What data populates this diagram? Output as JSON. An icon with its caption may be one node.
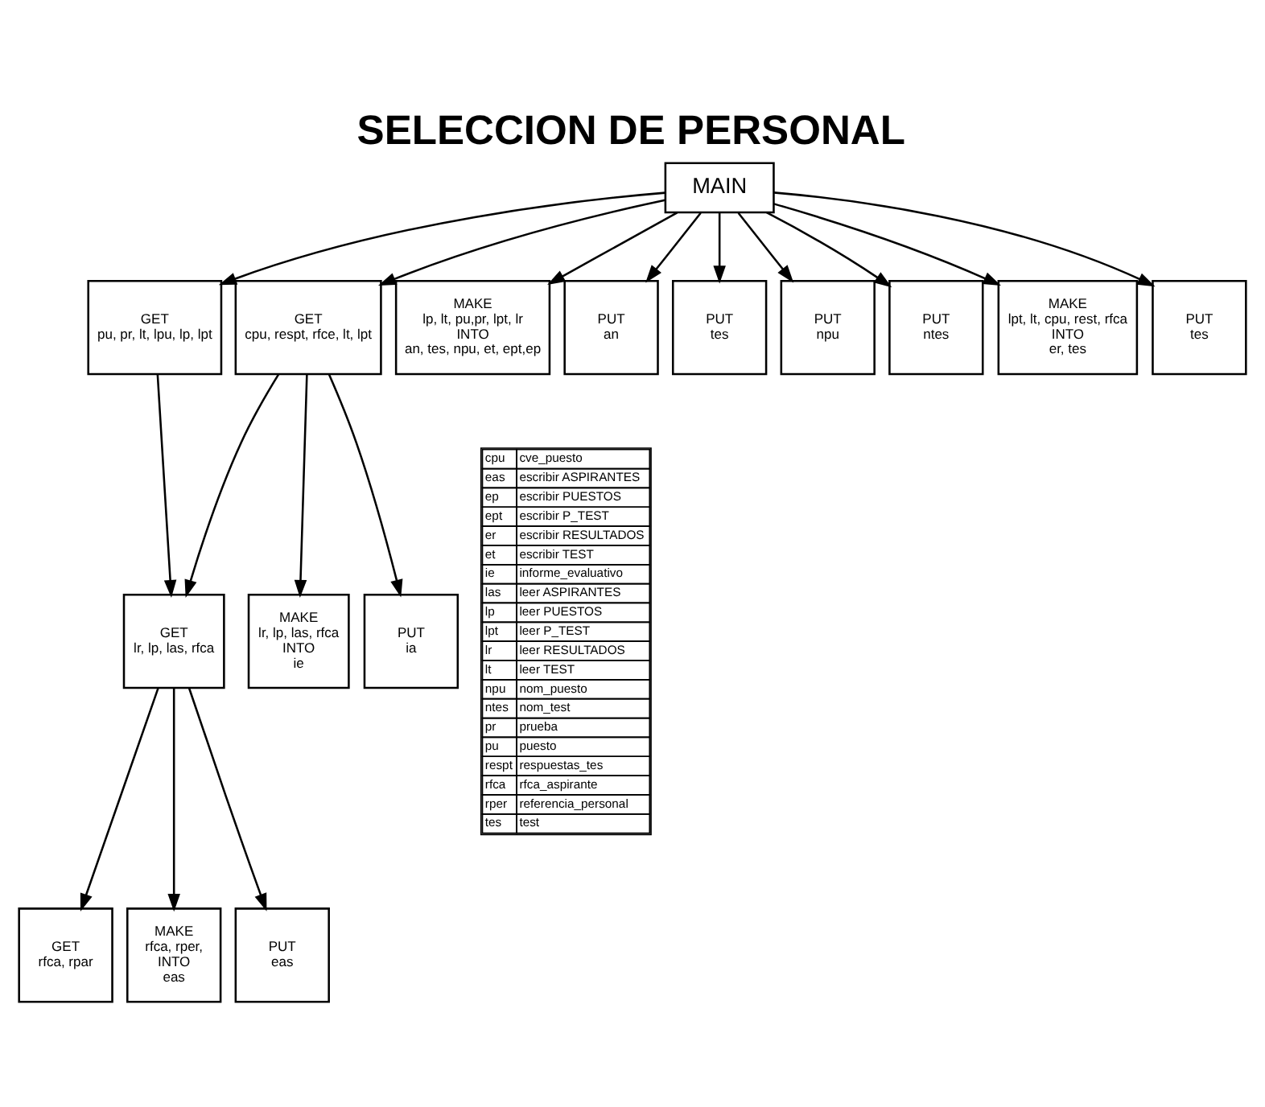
{
  "diagram": {
    "title": "SELECCION DE PERSONAL",
    "nodes": [
      {
        "text": [
          "MAIN"
        ]
      },
      {
        "text": [
          "GET",
          "pu, pr, lt, lpu, lp, lpt"
        ]
      },
      {
        "text": [
          "GET",
          "cpu, respt, rfce, lt, lpt"
        ]
      },
      {
        "text": [
          "MAKE",
          "lp, lt, pu,pr, lpt, lr",
          "INTO",
          "an, tes, npu, et, ept,ep"
        ]
      },
      {
        "text": [
          "PUT",
          "an"
        ]
      },
      {
        "text": [
          "PUT",
          "tes"
        ]
      },
      {
        "text": [
          "PUT",
          "npu"
        ]
      },
      {
        "text": [
          "PUT",
          "ntes"
        ]
      },
      {
        "text": [
          "MAKE",
          "lpt, lt, cpu, rest, rfca",
          "INTO",
          "er, tes"
        ]
      },
      {
        "text": [
          "PUT",
          "tes"
        ]
      },
      {
        "text": [
          "GET",
          "lr, lp, las, rfca"
        ]
      },
      {
        "text": [
          "MAKE",
          "lr, lp, las, rfca",
          "INTO",
          "ie"
        ]
      },
      {
        "text": [
          "PUT",
          "ia"
        ]
      },
      {
        "text": [
          "GET",
          "rfca, rpar"
        ]
      },
      {
        "text": [
          "MAKE",
          "rfca, rper,",
          "INTO",
          "eas"
        ]
      },
      {
        "text": [
          "PUT",
          "eas"
        ]
      }
    ],
    "edges": [
      {
        "from": 0,
        "to": 1,
        "arrow": "to"
      },
      {
        "from": 0,
        "to": 2,
        "arrow": "to"
      },
      {
        "from": 0,
        "to": 3,
        "arrow": "to"
      },
      {
        "from": 0,
        "to": 4,
        "arrow": "to"
      },
      {
        "from": 0,
        "to": 5,
        "arrow": "to"
      },
      {
        "from": 0,
        "to": 6,
        "arrow": "to"
      },
      {
        "from": 0,
        "to": 7,
        "arrow": "to"
      },
      {
        "from": 0,
        "to": 8,
        "arrow": "to"
      },
      {
        "from": 0,
        "to": 9,
        "arrow": "to"
      },
      {
        "from": 1,
        "to": 10,
        "arrow": "to"
      },
      {
        "from": 2,
        "to": 10,
        "arrow": "to"
      },
      {
        "from": 2,
        "to": 11,
        "arrow": "to"
      },
      {
        "from": 2,
        "to": 12,
        "arrow": "to"
      },
      {
        "from": 10,
        "to": 13,
        "arrow": "to"
      },
      {
        "from": 10,
        "to": 14,
        "arrow": "to"
      },
      {
        "from": 10,
        "to": 15,
        "arrow": "to"
      }
    ],
    "labels": [
      "cpu",
      "cve_puesto",
      "eas",
      "escribir ASPIRANTES",
      "ep",
      "escribir PUESTOS",
      "ept",
      "escribir P_TEST",
      "er",
      "escribir RESULTADOS",
      "et",
      "escribir TEST",
      "ie",
      "informe_evaluativo",
      "las",
      "leer ASPIRANTES",
      "lp",
      "leer PUESTOS",
      "lpt",
      "leer P_TEST",
      "lr",
      "leer RESULTADOS",
      "lt",
      "leer TEST",
      "npu",
      "nom_puesto",
      "ntes",
      "nom_test",
      "pr",
      "prueba",
      "pu",
      "puesto",
      "respt",
      "respuestas_tes",
      "rfca",
      "rfca_aspirante",
      "rper",
      "referencia_personal",
      "tes",
      "test"
    ]
  }
}
